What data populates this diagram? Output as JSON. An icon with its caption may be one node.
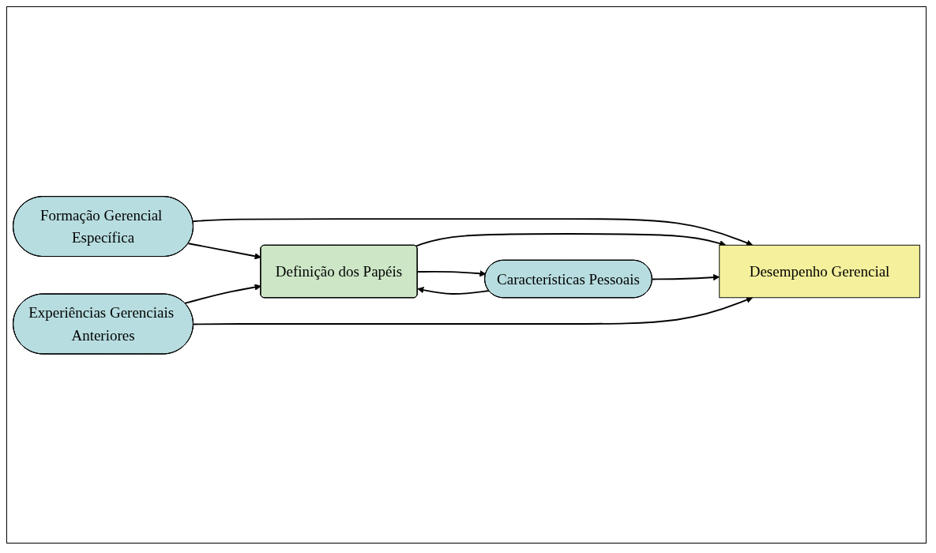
{
  "diagram": {
    "nodes": [
      {
        "text": [
          "Formação Gerencial Específica"
        ]
      },
      {
        "text": [
          "Características Pessoais"
        ]
      },
      {
        "text": [
          "Experiências Gerenciais Anteriores"
        ]
      },
      {
        "text": [
          "Definição dos Papéis"
        ]
      },
      {
        "text": [
          "Desempenho Gerencial"
        ]
      }
    ],
    "edges": [
      {
        "from": 0,
        "to": 4,
        "arrow": "to"
      },
      {
        "from": 0,
        "to": 3,
        "arrow": "to"
      },
      {
        "from": 3,
        "to": 1,
        "arrow": "to"
      },
      {
        "from": 1,
        "to": 3,
        "arrow": "to"
      },
      {
        "from": 3,
        "to": 4,
        "arrow": "to"
      },
      {
        "from": 1,
        "to": 4,
        "arrow": "to"
      },
      {
        "from": 2,
        "to": 3,
        "arrow": "to"
      },
      {
        "from": 2,
        "to": 4,
        "arrow": "to"
      }
    ]
  }
}
